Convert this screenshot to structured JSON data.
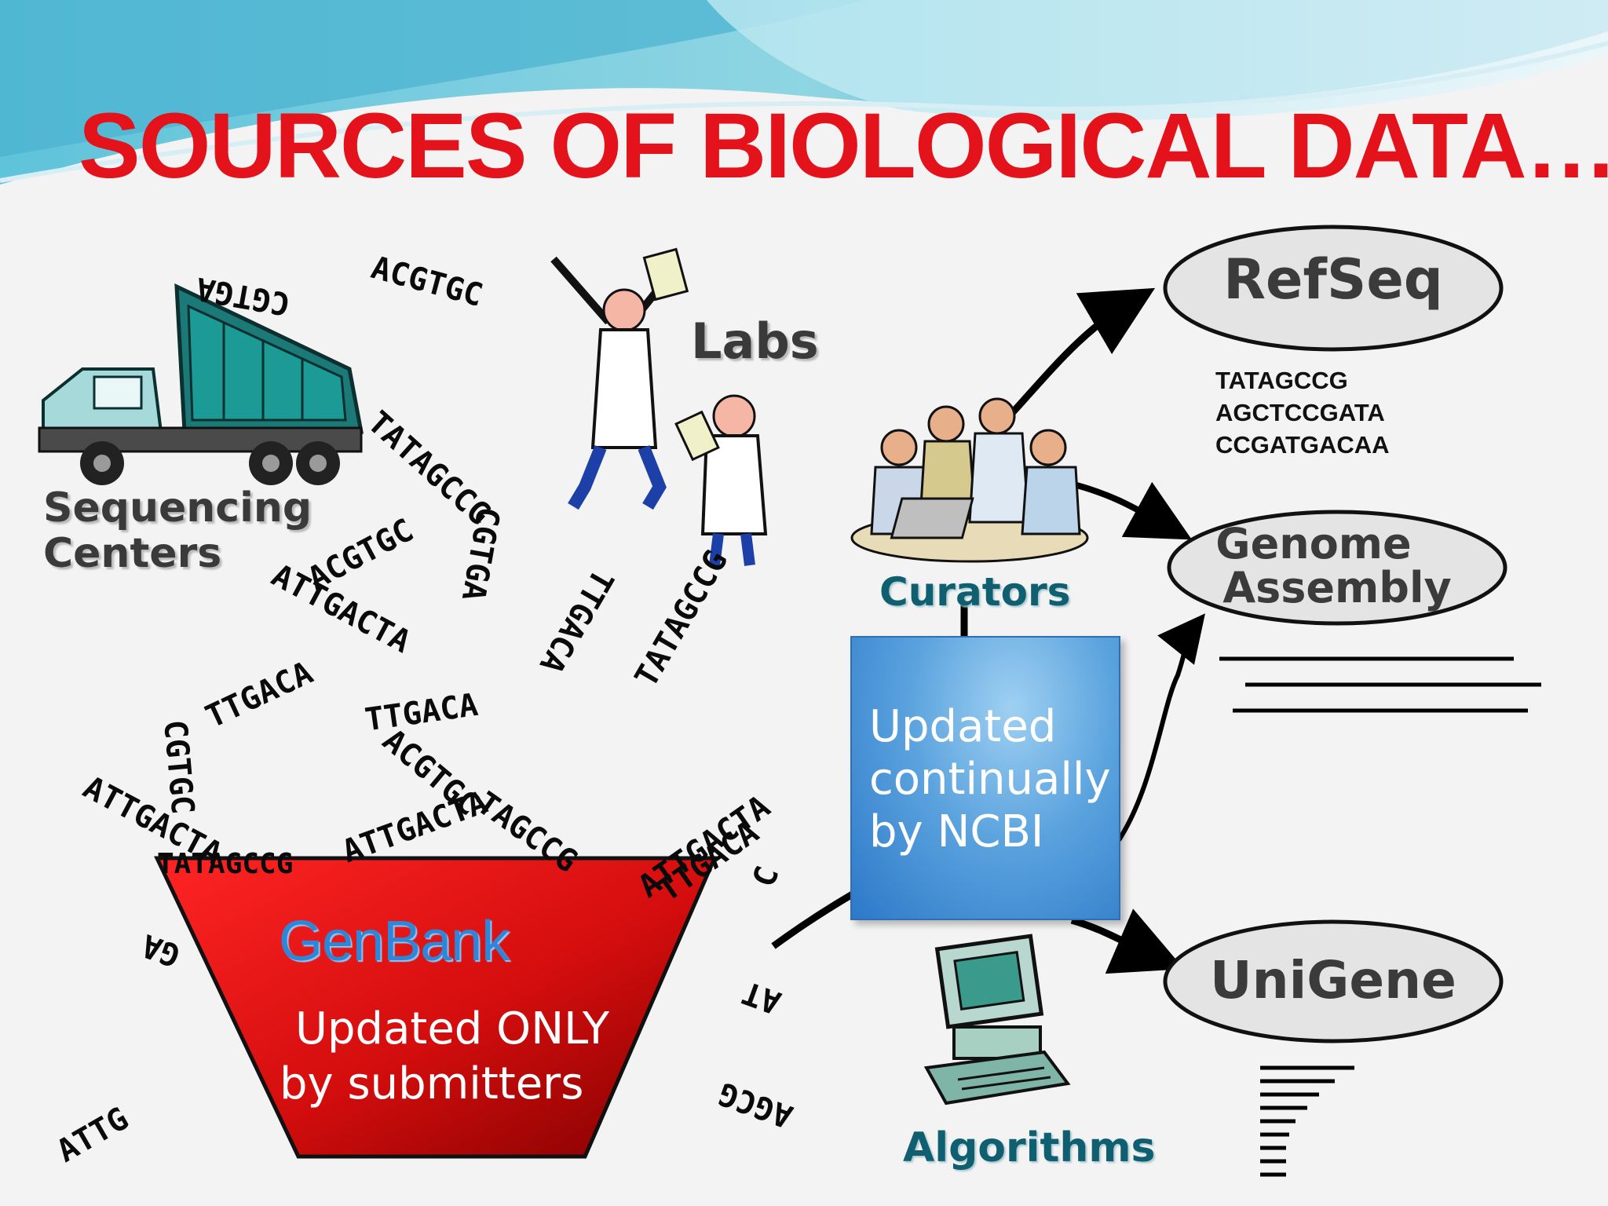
{
  "slide": {
    "title": "SOURCES OF BIOLOGICAL DATA…"
  },
  "sources": {
    "sequencing_centers": "Sequencing\nCenters",
    "labs": "Labs",
    "curators": "Curators",
    "algorithms": "Algorithms"
  },
  "genbank": {
    "name": "GenBank",
    "note_line1": "Updated ONLY",
    "note_line2": "by submitters"
  },
  "ncbi_box": {
    "line1": "Updated",
    "line2": "continually",
    "line3": "by NCBI"
  },
  "outputs": {
    "refseq": "RefSeq",
    "refseq_sequences": [
      "TATAGCCG",
      "AGCTCCGATA",
      "CCGATGACAA"
    ],
    "genome_assembly_line1": "Genome",
    "genome_assembly_line2": "Assembly",
    "unigene": "UniGene"
  },
  "flying_sequences": [
    {
      "text": "ACGTGC"
    },
    {
      "text": "TATAGCCG"
    },
    {
      "text": "ACGTGC"
    },
    {
      "text": "ATTGACTA"
    },
    {
      "text": "CGTGA"
    },
    {
      "text": "TTGACA"
    },
    {
      "text": "TTGACA"
    },
    {
      "text": "CGTGC"
    },
    {
      "text": "TTGACA"
    },
    {
      "text": "ACGTGC"
    },
    {
      "text": "TATAGCCG"
    },
    {
      "text": "ATTGACTA"
    },
    {
      "text": "ATTGACTA"
    },
    {
      "text": "TATAGCCG"
    },
    {
      "text": "ATTGACTA"
    },
    {
      "text": "TTGACA"
    },
    {
      "text": "CGTGA"
    },
    {
      "text": "TAGCCG"
    },
    {
      "text": "GA"
    },
    {
      "text": "AT"
    },
    {
      "text": "C"
    },
    {
      "text": "ATTG"
    },
    {
      "text": "AGCG"
    }
  ],
  "colors": {
    "title": "#e3121b",
    "genbank_bucket": "#d41010",
    "ncbi_box": "#4a93d8",
    "curator_label": "#0f5f70"
  }
}
